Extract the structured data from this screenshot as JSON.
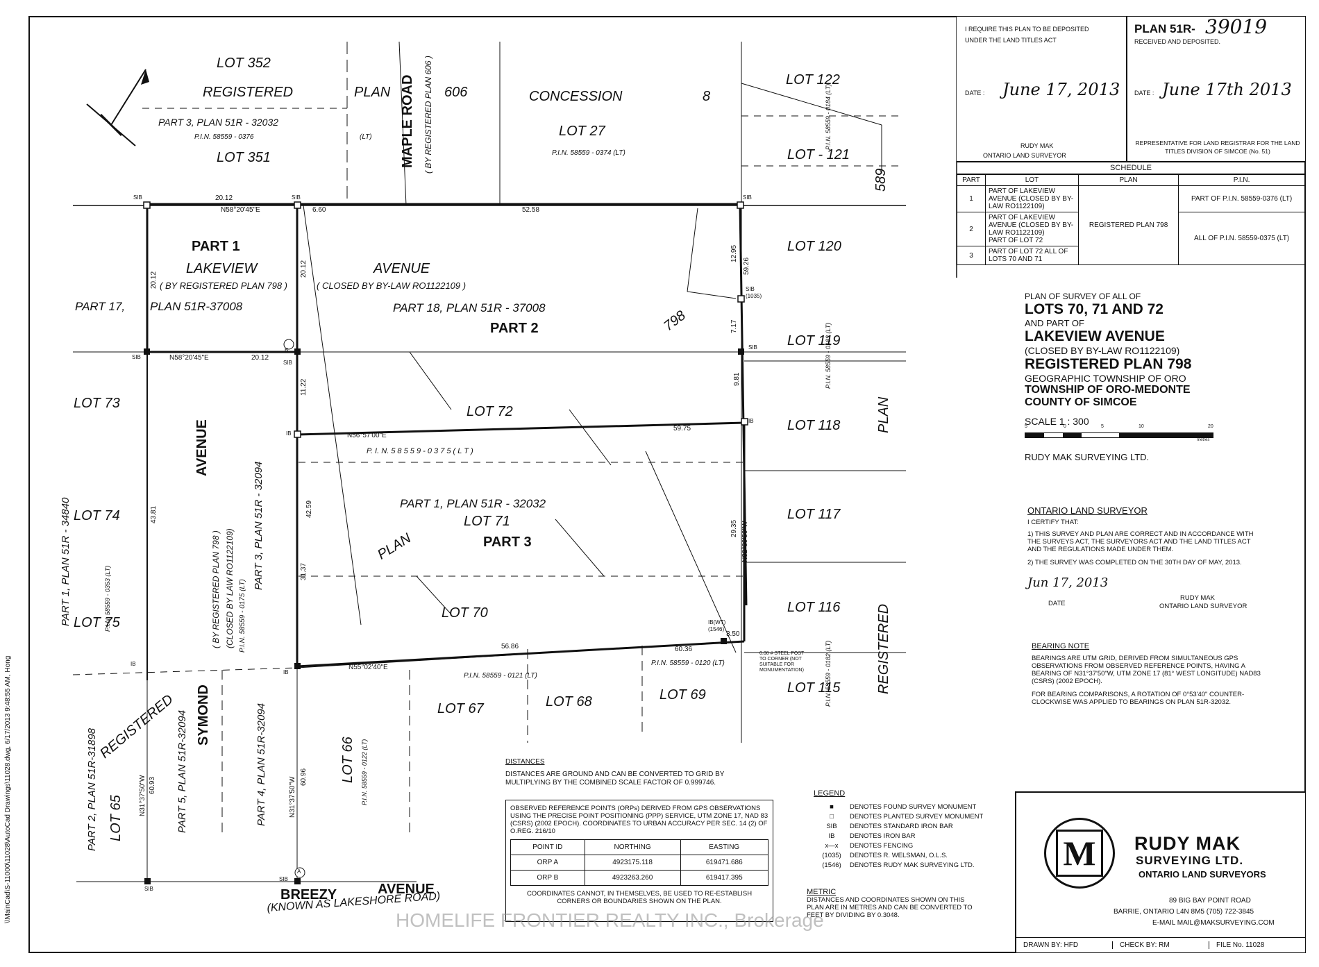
{
  "plan_no": {
    "label": "PLAN 51R-",
    "number": "39019",
    "received": "RECEIVED AND DEPOSITED.",
    "date_label": "DATE :",
    "date": "June 17th 2013",
    "rep": "REPRESENTATIVE FOR LAND REGISTRAR FOR THE LAND TITLES DIVISION OF SIMCOE (No. 51)"
  },
  "deposit": {
    "line1": "I REQUIRE THIS PLAN TO BE DEPOSITED",
    "line2": "UNDER THE LAND TITLES ACT",
    "date_label": "DATE :",
    "date": "June 17, 2013",
    "name": "RUDY MAK",
    "title": "ONTARIO LAND SURVEYOR"
  },
  "schedule": {
    "title": "SCHEDULE",
    "headers": [
      "PART",
      "LOT",
      "PLAN",
      "P.I.N."
    ],
    "r1_part": "1",
    "r1_lot": "PART OF LAKEVIEW AVENUE (CLOSED BY BY-LAW RO1122109)",
    "r1_pin": "PART OF P.I.N. 58559-0376 (LT)",
    "r2_part": "2",
    "r2_lot": "PART OF LAKEVIEW AVENUE (CLOSED BY BY-LAW RO1122109)",
    "r2_lot_b": "PART OF LOT 72",
    "r2_plan": "REGISTERED PLAN 798",
    "r2_pin": "ALL OF P.I.N. 58559-0375 (LT)",
    "r3_part": "3",
    "r3_lot": "PART OF LOT 72 ALL OF LOTS 70 AND 71"
  },
  "title_block": {
    "l1": "PLAN OF SURVEY OF ALL OF",
    "l2": "LOTS 70, 71 AND 72",
    "l3": "AND PART OF",
    "l4": "LAKEVIEW AVENUE",
    "l5": "(CLOSED BY BY-LAW RO1122109)",
    "l6": "REGISTERED PLAN 798",
    "l7": "GEOGRAPHIC TOWNSHIP OF ORO",
    "l8": "TOWNSHIP OF ORO-MEDONTE",
    "l9": "COUNTY OF SIMCOE",
    "scale": "SCALE   1  :   300",
    "scale_ticks": [
      "5",
      "0",
      "5",
      "10",
      "20"
    ],
    "metres": "metres",
    "firm": "RUDY MAK SURVEYING LTD."
  },
  "certificate": {
    "title": "ONTARIO LAND SURVEYOR",
    "intro": "I CERTIFY THAT:",
    "item1": "1) THIS SURVEY AND PLAN ARE CORRECT AND IN ACCORDANCE WITH THE SURVEYS ACT, THE SURVEYORS ACT AND THE LAND TITLES ACT AND THE REGULATIONS MADE UNDER THEM.",
    "item2": "2) THE SURVEY WAS COMPLETED ON THE 30TH DAY OF MAY, 2013.",
    "sig_date": "Jun 17, 2013",
    "date_caption": "DATE",
    "name": "RUDY MAK"
  },
  "bearing_note": {
    "title": "BEARING NOTE",
    "p1": "BEARINGS ARE UTM GRID, DERIVED FROM SIMULTANEOUS GPS OBSERVATIONS FROM OBSERVED REFERENCE POINTS, HAVING A BEARING OF N31°37'50\"W, UTM ZONE 17 (81° WEST LONGITUDE) NAD83 (CSRS) (2002 EPOCH).",
    "p2": "FOR BEARING COMPARISONS, A ROTATION OF 0°53'40\" COUNTER-CLOCKWISE WAS APPLIED TO BEARINGS ON PLAN 51R-32032."
  },
  "distances": {
    "title": "DISTANCES",
    "text": "DISTANCES ARE GROUND AND CAN BE CONVERTED TO GRID BY MULTIPLYING BY THE COMBINED SCALE FACTOR OF 0.999746."
  },
  "orp": {
    "text": "OBSERVED REFERENCE POINTS (ORPs) DERIVED FROM GPS OBSERVATIONS USING THE PRECISE POINT POSITIONING (PPP) SERVICE, UTM ZONE 17, NAD 83 (CSRS) (2002 EPOCH). COORDINATES TO URBAN ACCURACY PER SEC. 14 (2) OF O.REG. 216/10",
    "h1": "POINT ID",
    "h2": "NORTHING",
    "h3": "EASTING",
    "a_id": "ORP A",
    "a_n": "4923175.118",
    "a_e": "619471.686",
    "b_id": "ORP B",
    "b_n": "4923263.260",
    "b_e": "619417.395",
    "footer": "COORDINATES CANNOT, IN THEMSELVES, BE USED TO RE-ESTABLISH CORNERS OR BOUNDARIES SHOWN ON THE PLAN."
  },
  "legend": {
    "title": "LEGEND",
    "items": [
      {
        "sym": "■",
        "txt": "DENOTES  FOUND SURVEY MONUMENT"
      },
      {
        "sym": "□",
        "txt": "DENOTES  PLANTED SURVEY MONUMENT"
      },
      {
        "sym": "SIB",
        "txt": "DENOTES  STANDARD IRON BAR"
      },
      {
        "sym": "IB",
        "txt": "DENOTES  IRON BAR"
      },
      {
        "sym": "x—x",
        "txt": "DENOTES  FENCING"
      },
      {
        "sym": "(1035)",
        "txt": "DENOTES  R. WELSMAN, O.L.S."
      },
      {
        "sym": "(1546)",
        "txt": "DENOTES  RUDY MAK SURVEYING LTD."
      }
    ]
  },
  "metric": {
    "title": "METRIC",
    "text": "DISTANCES AND COORDINATES SHOWN ON THIS PLAN ARE IN METRES AND CAN BE CONVERTED TO FEET BY DIVIDING BY 0.3048."
  },
  "firm": {
    "logo": "M",
    "name1": "RUDY MAK",
    "name2": "SURVEYING LTD.",
    "name3": "ONTARIO LAND SURVEYORS",
    "addr1": "89 BIG BAY POINT ROAD",
    "addr2": "BARRIE, ONTARIO  L4N 8M5  (705) 722-3845",
    "email": "E-MAIL  MAIL@MAKSURVEYING.COM"
  },
  "footer": {
    "drawn": "DRAWN BY:  HFD",
    "check": "CHECK BY:  RM",
    "file": "FILE No.  11028"
  },
  "side_text": "\\\\MainCad\\S-11000\\11028\\AutoCad Drawings\\11028.dwg, 6/17/2013 9:48:55 AM, Hong",
  "watermark": "HOMELIFE FRONTIER REALTY INC., Brokerage",
  "map": {
    "lot352": "LOT  352",
    "registered": "REGISTERED",
    "plan": "PLAN",
    "lot351": "LOT  351",
    "part3_32032": "PART  3,  PLAN  51R  -  32032",
    "pin0376": "P.I.N.       58559      -      0376",
    "lt": "(LT)",
    "maple_road": "MAPLE  ROAD",
    "by_reg606": "( BY REGISTERED PLAN 606 )",
    "n606": "606",
    "concession": "CONCESSION",
    "n8": "8",
    "lot27": "LOT        27",
    "pin0374": "P.I.N.    58559     -     0374   (LT)",
    "lot122": "LOT   122",
    "lot121": "LOT  -  121",
    "lot120": "LOT   120",
    "lot119": "LOT   119",
    "lot118": "LOT   118",
    "lot117": "LOT   117",
    "lot116": "LOT   116",
    "lot115": "LOT   115",
    "n589": "589",
    "plan_r": "PLAN",
    "registered_r": "REGISTERED",
    "n798": "798",
    "part1": "PART 1",
    "lakeview": "LAKEVIEW",
    "avenue": "AVENUE",
    "by_reg798": "( BY REGISTERED PLAN 798 )",
    "closed": "( CLOSED BY BY-LAW RO1122109 )",
    "part17": "PART 17,",
    "plan37008": "PLAN 51R-37008",
    "part18": "PART  18,  PLAN  51R  -  37008",
    "part2": "PART 2",
    "lot72": "LOT      72",
    "pin0375": "P. I. N.          5 8 5 5 9          -          0 3 7 5          ( L T )",
    "lot73": "LOT  73",
    "lot74": "LOT  74",
    "lot75": "LOT  75",
    "avenue_v": "AVENUE",
    "part1_34840": "PART  1,  PLAN  51R  -  34840",
    "pin0353": "P.I.N.    58559    -    0353    (LT)",
    "part1_32032": "PART  1,  PLAN  51R  -  32032",
    "lot71": "LOT       71",
    "plan_m": "PLAN",
    "part3": "PART 3",
    "lot70": "LOT       70",
    "by_reg798_v": "( BY REGISTERED PLAN 798 )",
    "closed_v": "(CLOSED BY LAW RO1122109)",
    "pin0175": "P.I.N.  58559   -   0175   (LT)",
    "part3_32094": "PART   3,   PLAN   51R  -  32094",
    "pin0121": "P.I.N.    58559    -   0121     (LT)",
    "pin0120": "P.I.N. 58559 - 0120 (LT)",
    "lot67": "LOT   67",
    "lot68": "LOT   68",
    "lot69": "LOT   69",
    "lot66": "LOT   66",
    "pin0122": "P.I.N.  58559  -  0122  (LT)",
    "lot65": "LOT   65",
    "registered_l": "REGISTERED",
    "part2_31898": "PART 2, PLAN 51R-31898",
    "symond": "SYMOND",
    "part5_32094": "PART 5, PLAN 51R-32094",
    "part4_32094": "PART 4, PLAN 51R-32094",
    "breezy": "BREEZY",
    "avenue_b": "AVENUE",
    "known": "(KNOWN AS LAKESHORE ROAD)",
    "pin0184": "P.I.N.  58559  -  0184  (LT)",
    "pin0183": "P.I.N.  58559  -  0183  (LT)",
    "pin0182": "P.I.N.  58559  -  0182  (LT)",
    "d2012a": "20.12",
    "d660": "6.60",
    "d5258": "52.58",
    "b1": "N58°20'45\"E",
    "b2": "N58°20'45\"E",
    "d2012b": "20.12",
    "d2012c": "20.12",
    "d2012d": "20.12",
    "d1295": "12.95",
    "d5926": "59.26",
    "d717": "7.17",
    "d981": "9.81",
    "d1122": "11.22",
    "b3": "N56°57'00\"E",
    "d5975": "59.75",
    "d4259": "42.59",
    "d3137": "31.37",
    "d4381": "43.81",
    "d2935": "29.35",
    "b4": "N32°39'50\"W",
    "d5686": "56.86",
    "b5": "N55°02'40\"E",
    "d6036": "60.36",
    "d350": "3.50",
    "d6093": "60.93",
    "b6": "N31°37'50\"W",
    "d6096": "60.96",
    "b7": "N31°37'50\"W",
    "steel": "0.08 # STEEL POST TO CORNER (NOT SUITABLE FOR MONUMENTATION)",
    "sib": "SIB",
    "ib": "IB",
    "ibwt": "IB(WT)",
    "c1546": "(1546)",
    "c1035": "(1035)",
    "orpA": "A",
    "orpB": "B"
  }
}
